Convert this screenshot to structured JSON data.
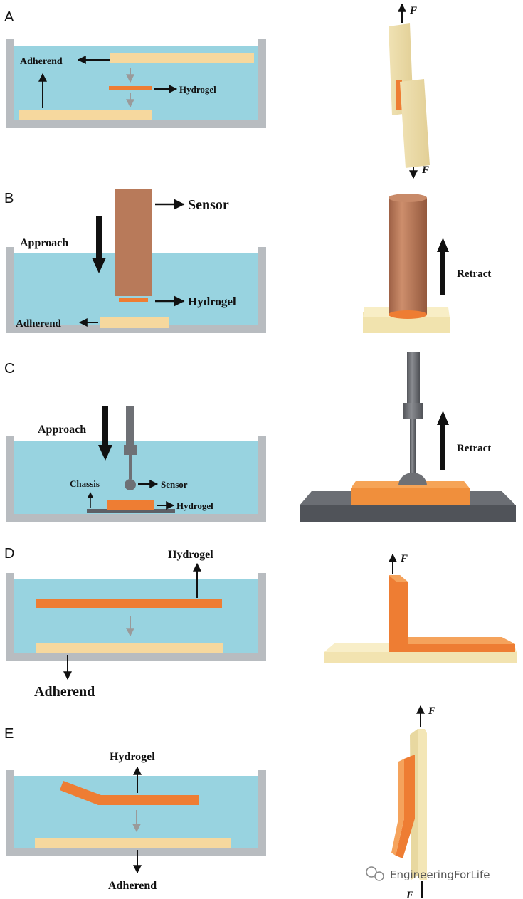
{
  "panels": {
    "a": {
      "letter": "A",
      "adherend": "Adherend",
      "hydrogel": "Hydrogel",
      "force_top": "F",
      "force_bottom": "F"
    },
    "b": {
      "letter": "B",
      "sensor": "Sensor",
      "approach": "Approach",
      "hydrogel": "Hydrogel",
      "adherend": "Adherend",
      "retract": "Retract"
    },
    "c": {
      "letter": "C",
      "approach": "Approach",
      "chassis": "Chassis",
      "sensor": "Sensor",
      "hydrogel": "Hydrogel",
      "retract": "Retract"
    },
    "d": {
      "letter": "D",
      "hydrogel": "Hydrogel",
      "adherend": "Adherend",
      "force": "F"
    },
    "e": {
      "letter": "E",
      "hydrogel": "Hydrogel",
      "adherend": "Adherend",
      "force_top": "F",
      "force_bottom": "F"
    }
  },
  "watermark": "EngineeringForLife",
  "colors": {
    "water": "#98d3e0",
    "tank": "#b8bcc0",
    "adherend": "#f6d89e",
    "hydrogel": "#ee7d33",
    "sensor": "#b87a5a",
    "probe": "#6e7075",
    "chassis": "#5d6066"
  }
}
